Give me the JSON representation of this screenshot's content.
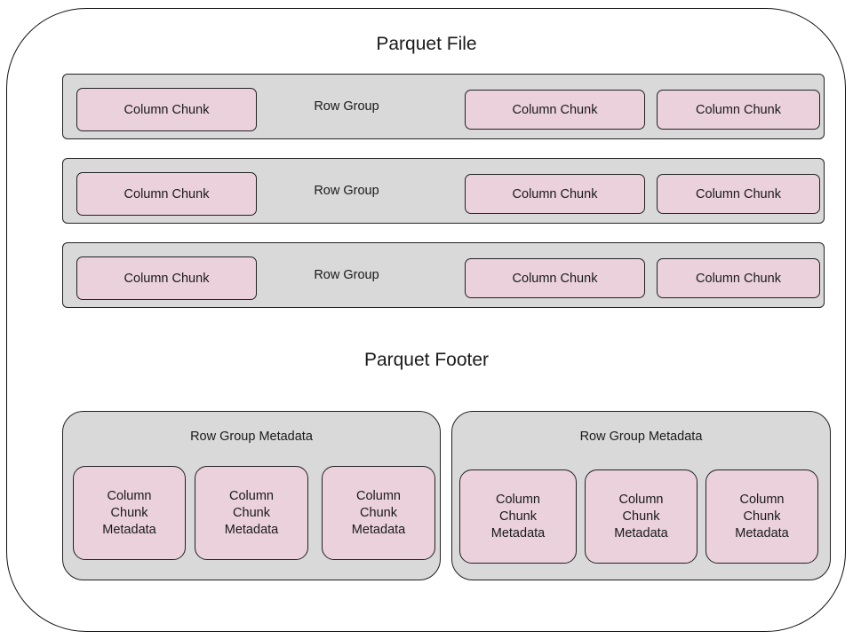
{
  "file_title": "Parquet File",
  "row_groups": [
    {
      "label": "Row Group",
      "chunks": [
        "Column Chunk",
        "Column Chunk",
        "Column Chunk"
      ]
    },
    {
      "label": "Row Group",
      "chunks": [
        "Column Chunk",
        "Column Chunk",
        "Column Chunk"
      ]
    },
    {
      "label": "Row Group",
      "chunks": [
        "Column Chunk",
        "Column Chunk",
        "Column Chunk"
      ]
    }
  ],
  "footer_title": "Parquet Footer",
  "metadata_groups": [
    {
      "title": "Row Group Metadata",
      "items": [
        "Column\nChunk\nMetadata",
        "Column\nChunk\nMetadata",
        "Column\nChunk\nMetadata"
      ]
    },
    {
      "title": "Row Group Metadata",
      "items": [
        "Column\nChunk\nMetadata",
        "Column\nChunk\nMetadata",
        "Column\nChunk\nMetadata"
      ]
    }
  ],
  "colors": {
    "container_fill": "#d9d9d9",
    "chunk_fill": "#ead1dc",
    "stroke": "#222222"
  }
}
